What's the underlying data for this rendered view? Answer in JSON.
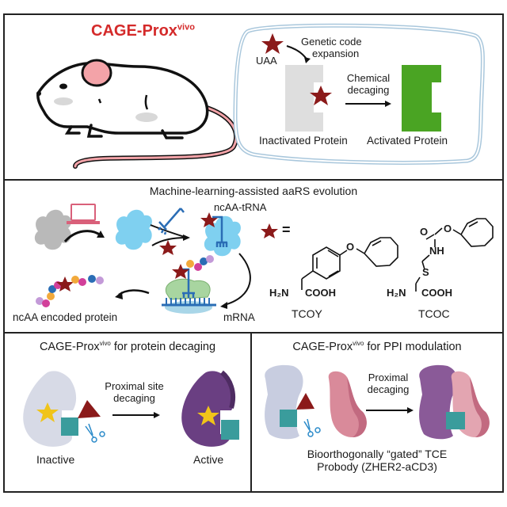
{
  "top": {
    "title": "CAGE-Prox",
    "title_sup": "vivo",
    "uaa_label": "UAA",
    "gce_line1": "Genetic code",
    "gce_line2": "expansion",
    "chem_line1": "Chemical",
    "chem_line2": "decaging",
    "inactivated_label": "Inactivated Protein",
    "activated_label": "Activated Protein"
  },
  "middle": {
    "title": "Machine-learning-assisted aaRS evolution",
    "trna_label": "ncAA-tRNA",
    "equals": "=",
    "protein_label": "ncAA encoded protein",
    "mrna_label": "mRNA",
    "compounds": [
      {
        "name": "TCOY",
        "amine": "H₂N",
        "acid": "COOH",
        "ether_o": "O"
      },
      {
        "name": "TCOC",
        "amine": "H₂N",
        "acid": "COOH",
        "carbonyl_o": "O",
        "ester_o": "O",
        "nh": "NH",
        "s": "S"
      }
    ]
  },
  "bottom_left": {
    "title_prefix": "CAGE-Prox",
    "title_sup": "vivo",
    "title_suffix": " for protein decaging",
    "arrow_line1": "Proximal site",
    "arrow_line2": "decaging",
    "inactive_label": "Inactive",
    "active_label": "Active"
  },
  "bottom_right": {
    "title_prefix": "CAGE-Prox",
    "title_sup": "vivo",
    "title_suffix": " for PPI modulation",
    "arrow_line1": "Proximal",
    "arrow_line2": "decaging",
    "caption_line1": "Bioorthogonally “gated” TCE",
    "caption_line2": "Probody (ZHER2-aCD3)"
  },
  "colors": {
    "title_red": "#d42a2a",
    "star_red": "#8b1a1a",
    "active_green": "#4aa423",
    "inactive_grey": "#dedede",
    "cell_blue": "#a9c7dc",
    "enzyme_cyan": "#7fd0f0",
    "trna_blue": "#2a6db5",
    "laptop_pink": "#d9607a",
    "mouse_pink": "#f3a3a8",
    "purple": "#6a3f82",
    "teal": "#3a9c9c",
    "star_yellow": "#f0c419",
    "pink_protein": "#d98a9a"
  }
}
